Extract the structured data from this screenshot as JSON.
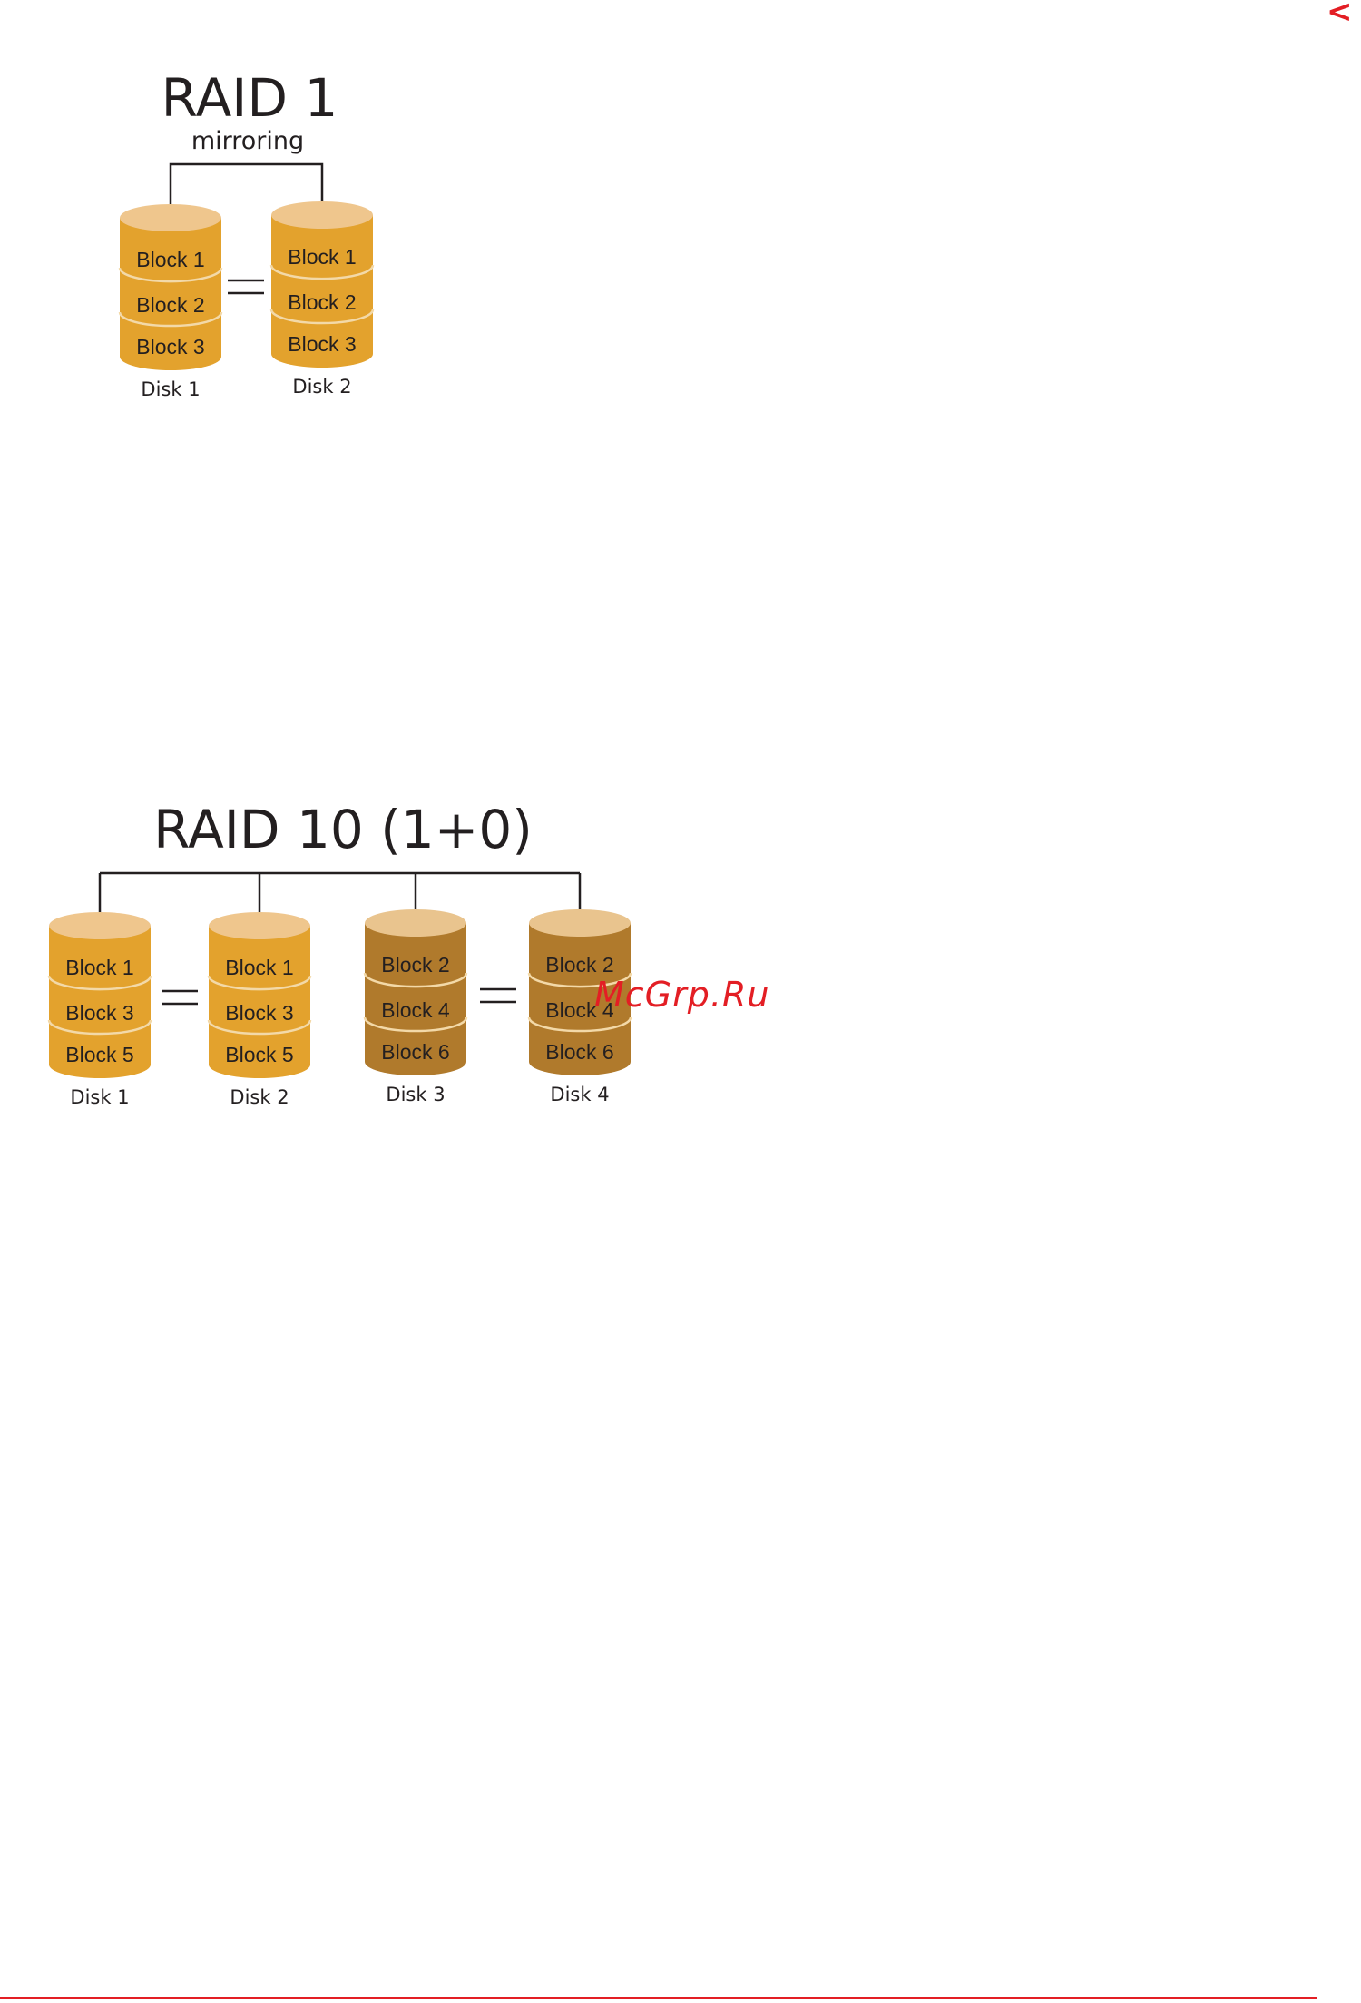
{
  "nav": {
    "back_glyph": "<"
  },
  "colors": {
    "accent": "#e31e24",
    "ink": "#231f20",
    "disk_light": "#e3a22d",
    "disk_light_top": "#efc68d",
    "disk_dark": "#b07a2c",
    "disk_dark_top": "#e9c48e",
    "separator": "#f3d9a8"
  },
  "raid1": {
    "title": "RAID 1",
    "subtitle": "mirroring",
    "disks": [
      {
        "label": "Disk 1",
        "blocks": [
          "Block 1",
          "Block 2",
          "Block 3"
        ]
      },
      {
        "label": "Disk 2",
        "blocks": [
          "Block 1",
          "Block 2",
          "Block 3"
        ]
      }
    ],
    "equals": "="
  },
  "raid10": {
    "title": "RAID 10 (1+0)",
    "disks": [
      {
        "label": "Disk 1",
        "blocks": [
          "Block 1",
          "Block 3",
          "Block 5"
        ]
      },
      {
        "label": "Disk 2",
        "blocks": [
          "Block 1",
          "Block 3",
          "Block 5"
        ]
      },
      {
        "label": "Disk 3",
        "blocks": [
          "Block 2",
          "Block 4",
          "Block 6"
        ]
      },
      {
        "label": "Disk 4",
        "blocks": [
          "Block 2",
          "Block 4",
          "Block 6"
        ]
      }
    ],
    "equals": "="
  },
  "watermark": "McGrp.Ru"
}
